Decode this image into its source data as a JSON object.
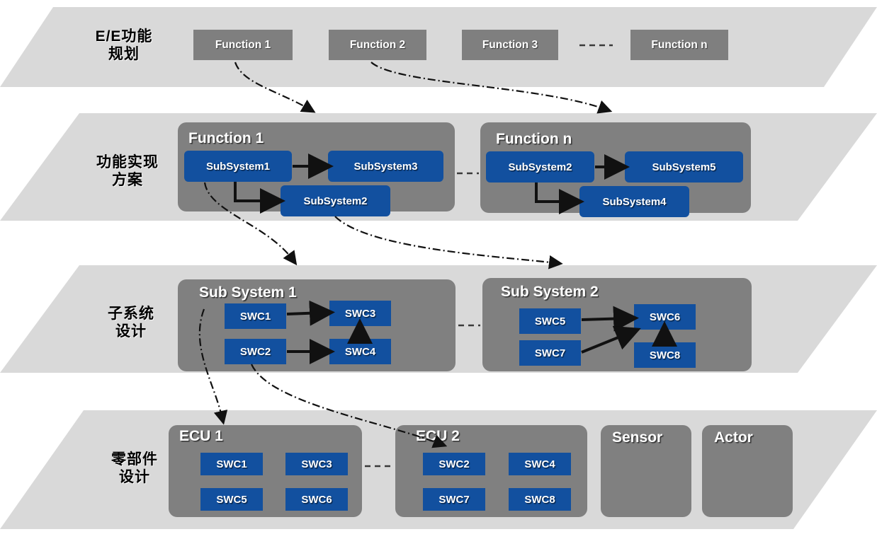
{
  "title": "E/E Architecture Layered Design Flow",
  "colors": {
    "band": "#d9d9d9",
    "group": "#808080",
    "chip": "#7f7f7f",
    "blue": "#12509f",
    "text_light": "#ffffff",
    "text_dark": "#000000",
    "connector": "#1a1a1a"
  },
  "stages": [
    {
      "id": "stage-1",
      "label": "E/E功能\n规划"
    },
    {
      "id": "stage-2",
      "label": "功能实现\n方案"
    },
    {
      "id": "stage-3",
      "label": "子系统\n设计"
    },
    {
      "id": "stage-4",
      "label": "零部件\n设计"
    }
  ],
  "row1": {
    "functions": [
      {
        "label": "Function 1"
      },
      {
        "label": "Function 2"
      },
      {
        "label": "Function 3"
      },
      {
        "label": "Function n"
      }
    ],
    "ellipsis": "-----"
  },
  "row2": {
    "groups": [
      {
        "title": "Function 1",
        "nodes": [
          {
            "label": "SubSystem1"
          },
          {
            "label": "SubSystem3"
          },
          {
            "label": "SubSystem2"
          }
        ]
      },
      {
        "title": "Function n",
        "nodes": [
          {
            "label": "SubSystem2"
          },
          {
            "label": "SubSystem5"
          },
          {
            "label": "SubSystem4"
          }
        ]
      }
    ]
  },
  "row3": {
    "groups": [
      {
        "title": "Sub System 1",
        "nodes": [
          {
            "label": "SWC1"
          },
          {
            "label": "SWC3"
          },
          {
            "label": "SWC2"
          },
          {
            "label": "SWC4"
          }
        ]
      },
      {
        "title": "Sub System 2",
        "nodes": [
          {
            "label": "SWC5"
          },
          {
            "label": "SWC6"
          },
          {
            "label": "SWC7"
          },
          {
            "label": "SWC8"
          }
        ]
      }
    ]
  },
  "row4": {
    "groups": [
      {
        "title": "ECU 1",
        "nodes": [
          {
            "label": "SWC1"
          },
          {
            "label": "SWC3"
          },
          {
            "label": "SWC5"
          },
          {
            "label": "SWC6"
          }
        ]
      },
      {
        "title": "ECU 2",
        "nodes": [
          {
            "label": "SWC2"
          },
          {
            "label": "SWC4"
          },
          {
            "label": "SWC7"
          },
          {
            "label": "SWC8"
          }
        ]
      },
      {
        "title": "Sensor",
        "nodes": []
      },
      {
        "title": "Actor",
        "nodes": []
      }
    ]
  }
}
